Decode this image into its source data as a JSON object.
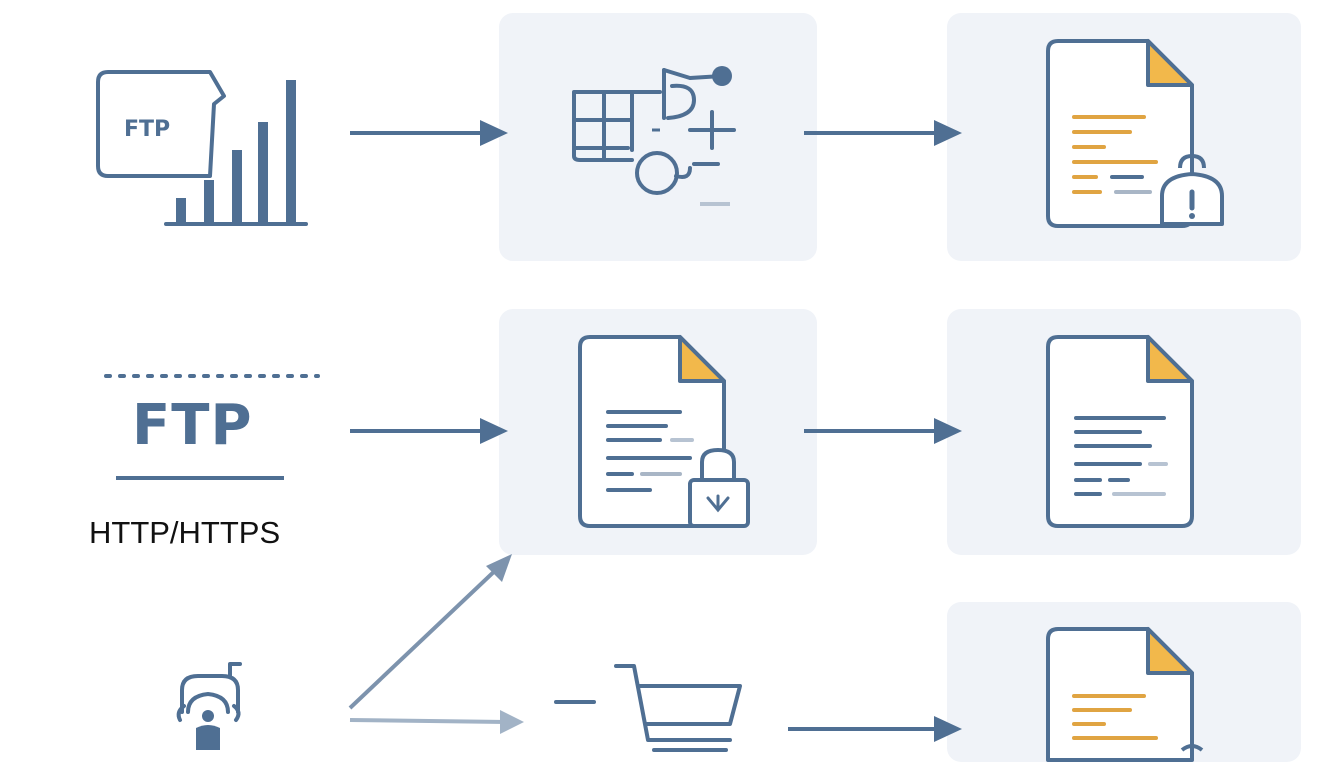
{
  "rows": [
    {
      "source": {
        "icon": "ftp-chart-icon",
        "label": "FTP"
      },
      "steps": [
        "data-transform-icon",
        "document-warning-lock-icon"
      ]
    },
    {
      "source": {
        "icon": "ftp-label",
        "label": "FTP",
        "protocol": "HTTP/HTTPS"
      },
      "steps": [
        "document-lock-icon",
        "document-icon"
      ]
    },
    {
      "source": {
        "icon": "robot-icon"
      },
      "steps": [
        "shopping-cart-icon",
        "document-icon"
      ]
    }
  ],
  "colors": {
    "line": "#4f6f93",
    "accent": "#f2b84b",
    "text_bar": "#e0a442",
    "panel": "#f0f3f8"
  }
}
